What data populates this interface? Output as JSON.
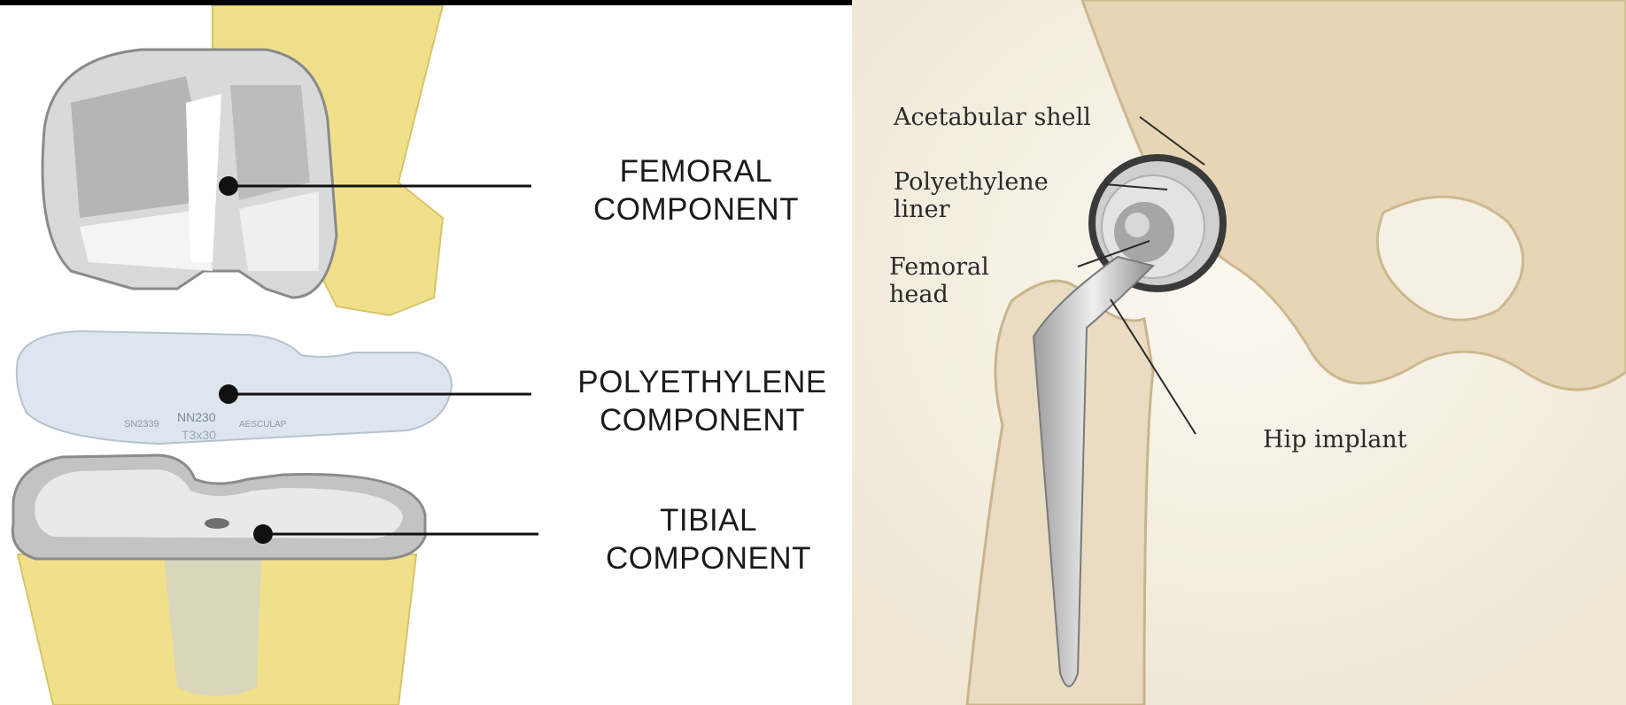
{
  "knee": {
    "labels": {
      "femoral": [
        "FEMORAL",
        "COMPONENT"
      ],
      "polyethylene": [
        "POLYETHYLENE",
        "COMPONENT"
      ],
      "tibial": [
        "TIBIAL",
        "COMPONENT"
      ]
    },
    "insert_engraving": [
      "SN2339",
      "NN230",
      "AESCULAP",
      "T3x30"
    ]
  },
  "hip": {
    "labels": {
      "acetabular_shell": [
        "Acetabular shell"
      ],
      "polyethylene_liner": [
        "Polyethylene",
        "liner"
      ],
      "femoral_head": [
        "Femoral",
        "head"
      ],
      "hip_implant": [
        "Hip implant"
      ]
    }
  },
  "colors": {
    "bone_yellow": "#f1e08a",
    "metal": "#c9c9c9",
    "poly": "#dde6ee",
    "hip_bone": "#e6d6b6",
    "background_hip": "#f4efe4"
  }
}
